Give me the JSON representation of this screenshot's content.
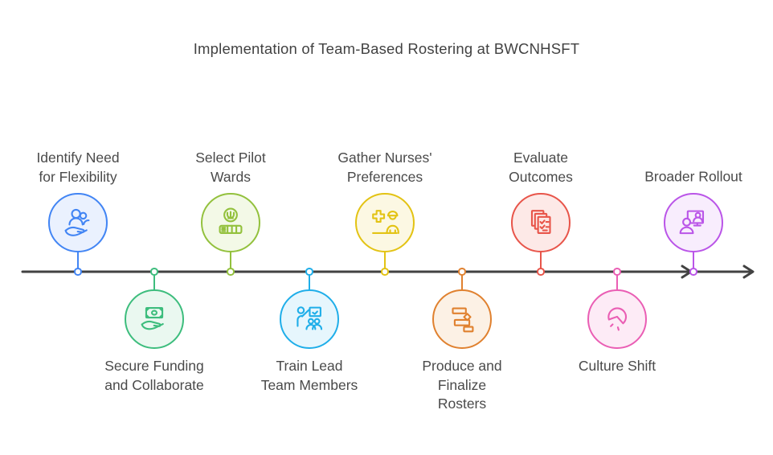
{
  "title": "Implementation of Team-Based Rostering at BWCNHSFT",
  "colors": {
    "timeline_line": "#424242",
    "text": "#4a4a4a",
    "title_text": "#424242"
  },
  "timeline": {
    "direction": "left-to-right",
    "arrowheads": 2
  },
  "nodes": [
    {
      "label": "Identify Need\nfor Flexibility",
      "position": "above",
      "color": "#4285F4",
      "fill": "#EAF1FE",
      "icon": "people-in-hand-icon"
    },
    {
      "label": "Secure Funding\nand Collaborate",
      "position": "below",
      "color": "#3DBD7D",
      "fill": "#EAF8F0",
      "icon": "money-in-hand-icon"
    },
    {
      "label": "Select Pilot\nWards",
      "position": "above",
      "color": "#93C13D",
      "fill": "#F3F9E7",
      "icon": "hospital-ward-icon"
    },
    {
      "label": "Train Lead\nTeam Members",
      "position": "below",
      "color": "#1FAEE9",
      "fill": "#E6F6FD",
      "icon": "training-presentation-icon"
    },
    {
      "label": "Gather Nurses'\nPreferences",
      "position": "above",
      "color": "#E3C314",
      "fill": "#FCF8E3",
      "icon": "nurse-at-desk-icon"
    },
    {
      "label": "Produce and\nFinalize\nRosters",
      "position": "below",
      "color": "#E0812F",
      "fill": "#FCF1E5",
      "icon": "roster-gantt-icon"
    },
    {
      "label": "Evaluate\nOutcomes",
      "position": "above",
      "color": "#E8554A",
      "fill": "#FDE9E7",
      "icon": "checklist-documents-icon"
    },
    {
      "label": "Culture Shift",
      "position": "below",
      "color": "#EA5EB4",
      "fill": "#FDEBF6",
      "icon": "gauge-icon"
    },
    {
      "label": "Broader Rollout",
      "position": "above",
      "color": "#BA55E8",
      "fill": "#F8EDFD",
      "icon": "screen-share-person-icon"
    }
  ]
}
